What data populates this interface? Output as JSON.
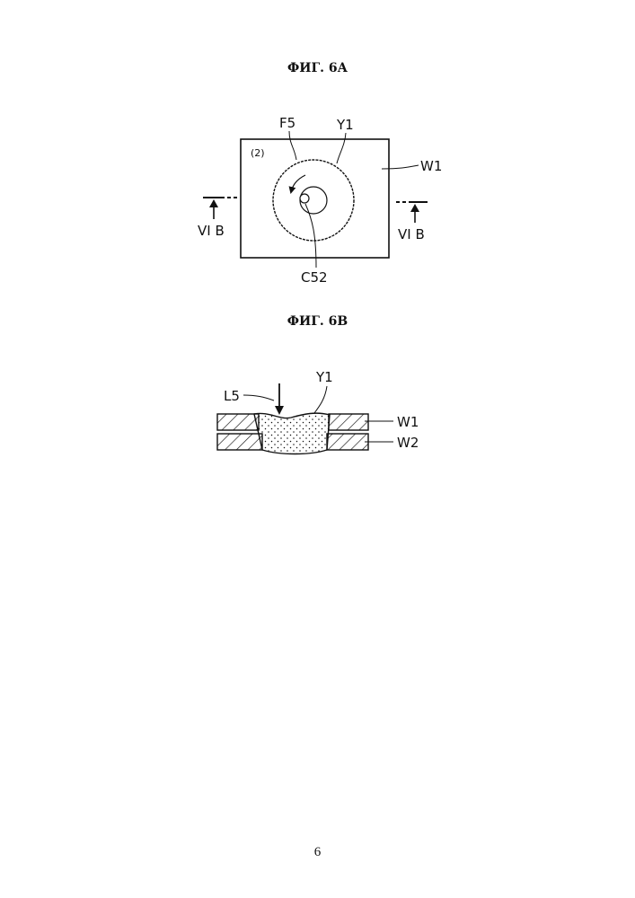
{
  "figure_a": {
    "title": "ФИГ. 6А",
    "plate_number": "(2)",
    "label_f5": "F5",
    "label_y1": "Y1",
    "label_w1": "W1",
    "label_section_left": "VI B",
    "label_section_right": "VI B",
    "label_c52": "C52"
  },
  "figure_b": {
    "title": "ФИГ. 6В",
    "label_l5": "L5",
    "label_y1": "Y1",
    "label_w1": "W1",
    "label_w2": "W2"
  },
  "page_number": "6"
}
